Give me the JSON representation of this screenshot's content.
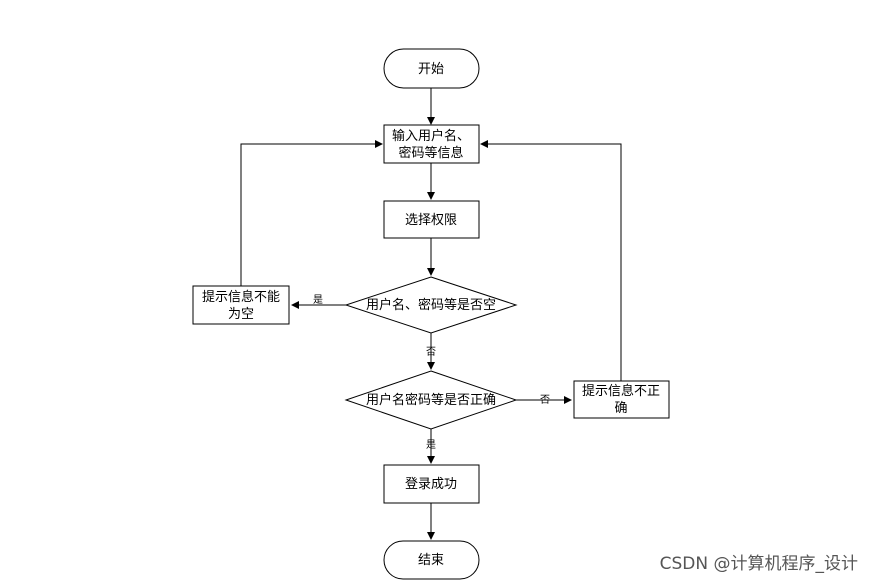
{
  "nodes": {
    "start": "开始",
    "input_line1": "输入用户名、",
    "input_line2": "密码等信息",
    "select_role": "选择权限",
    "check_empty": "用户名、密码等是否空",
    "msg_empty_line1": "提示信息不能",
    "msg_empty_line2": "为空",
    "check_correct": "用户名密码等是否正确",
    "msg_wrong_line1": "提示信息不正",
    "msg_wrong_line2": "确",
    "login_success": "登录成功",
    "end": "结束"
  },
  "edge_labels": {
    "empty_yes": "是",
    "empty_no": "否",
    "correct_no": "否",
    "correct_yes": "是"
  },
  "watermark": "CSDN @计算机程序_设计",
  "colors": {
    "stroke": "#000000",
    "fill": "#ffffff",
    "watermark": "#555555"
  }
}
